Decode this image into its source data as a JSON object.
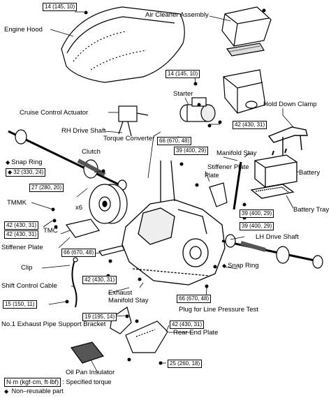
{
  "parts": {
    "engine_hood": "Engine Hood",
    "air_cleaner": "Air Cleaner Assembly",
    "starter": "Starter",
    "hold_down_clamp": "Hold Down Clamp",
    "cruise_actuator": "Cruise Control Actuator",
    "rh_drive_shaft": "RH Drive Shaft",
    "torque_converter": "Torque Converter",
    "clutch": "Clutch",
    "snap_ring": "Snap Ring",
    "manifold_stay": "Manifold Stay",
    "stiffener_plate_r": "Stiffener Plate",
    "battery": "Battery",
    "battery_tray": "Battery Tray",
    "tmmk": "TMMK",
    "tmc": "TMC",
    "x6": "x6",
    "stiffener_plate_l": "Stiffener Plate",
    "lh_drive_shaft": "LH Drive Shaft",
    "snap_ring_r": "Snap Ring",
    "clip": "Clip",
    "shift_cable": "Shift Control Cable",
    "exhaust_manifold_stay": "Exhaust Manifold Stay",
    "plug_line_pressure": "Plug for Line Pressure Test",
    "exhaust_bracket": "No.1 Exhaust Pipe Support Bracket",
    "rear_end_plate": "Rear End Plate",
    "oil_pan_insulator": "Oil Pan Insulator"
  },
  "torques": {
    "t1": "14 (145, 10)",
    "t2": "14 (145, 10)",
    "t3": "42 (430, 31)",
    "t4": "66 (670, 48)",
    "t5": "39 (400, 29)",
    "t6": "32 (330, 24)",
    "t7": "27 (280, 20)",
    "t8": "42 (430, 31)",
    "t9": "42 (430, 31)",
    "t10": "39 (400, 29)",
    "t11": "39 (400, 29)",
    "t12": "66 (670, 48)",
    "t13": "42 (430, 31)",
    "t14": "66 (670, 48)",
    "t15": "15 (150, 11)",
    "t16": "19 (195, 14)",
    "t17": "42 (430, 31)",
    "t18": "25 (260, 18)"
  },
  "legend": {
    "torque_unit": "N·m (kgf·cm, ft·lbf)",
    "torque_desc": ": Specified torque",
    "nonreusable": "Non–reusable part"
  },
  "symbols": {
    "diamond": "◆"
  }
}
